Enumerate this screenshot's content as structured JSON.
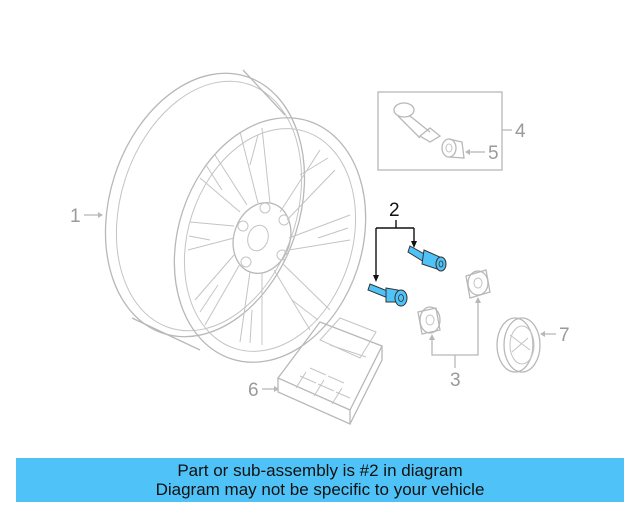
{
  "diagram": {
    "callouts": {
      "c1": "1",
      "c2": "2",
      "c3": "3",
      "c4": "4",
      "c5": "5",
      "c6": "6",
      "c7": "7"
    },
    "highlight_color": "#4fc3f7",
    "line_color": "#b8b8b8"
  },
  "banner": {
    "line1": "Part or sub-assembly is #2 in diagram",
    "line2": "Diagram may not be specific to your vehicle",
    "background": "#4fc3f7"
  }
}
